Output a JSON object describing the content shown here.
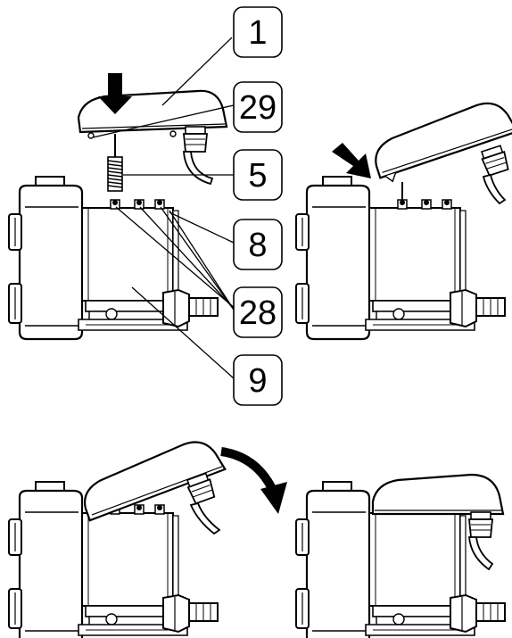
{
  "callouts": [
    {
      "id": "callout-1",
      "label": "1"
    },
    {
      "id": "callout-29",
      "label": "29"
    },
    {
      "id": "callout-5",
      "label": "5"
    },
    {
      "id": "callout-8",
      "label": "8"
    },
    {
      "id": "callout-28",
      "label": "28"
    },
    {
      "id": "callout-9",
      "label": "9"
    }
  ],
  "colors": {
    "stroke": "#000000",
    "fill": "#ffffff",
    "arrow": "#000000"
  }
}
